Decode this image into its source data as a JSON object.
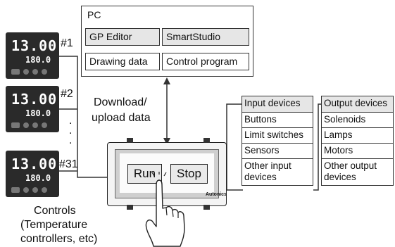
{
  "pc": {
    "title": "PC",
    "gp_editor": "GP Editor",
    "smartstudio": "SmartStudio",
    "drawing_data": "Drawing data",
    "control_program": "Control program"
  },
  "transfer": {
    "line1": "Download/",
    "line2": "upload data"
  },
  "controllers": {
    "labels": [
      "#1",
      "#2",
      "#31"
    ],
    "dots": [
      ".",
      ".",
      "."
    ],
    "caption": [
      "Controls",
      "(Temperature",
      "controllers, etc)"
    ],
    "display_main": "13.00",
    "display_sub": "180.0"
  },
  "panel": {
    "run": "Run",
    "stop": "Stop",
    "brand": "Autonics"
  },
  "input_devices": [
    "Input devices",
    "Buttons",
    "Limit switches",
    "Sensors",
    "Other input devices"
  ],
  "output_devices": [
    "Output devices",
    "Solenoids",
    "Lamps",
    "Motors",
    "Other output devices"
  ]
}
